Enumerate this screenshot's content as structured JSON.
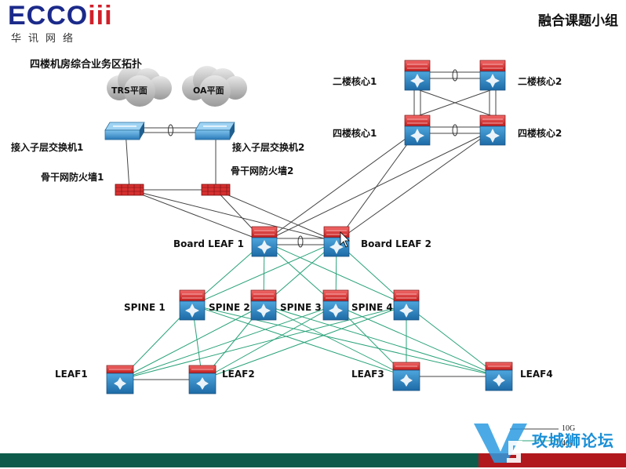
{
  "header": {
    "logo_main": "ECCO",
    "logo_dots": "iii",
    "logo_sub": "华讯网络",
    "title": "融合课题小组"
  },
  "diagram": {
    "section_title": "四楼机房综合业务区拓扑",
    "clouds": {
      "trs": "TRS平面",
      "oa": "OA平面"
    },
    "nodes": {
      "access1": "接入子层交换机1",
      "access2": "接入子层交换机2",
      "fw1": "骨干网防火墙1",
      "fw2": "骨干网防火墙2",
      "core2_1": "二楼核心1",
      "core2_2": "二楼核心2",
      "core4_1": "四楼核心1",
      "core4_2": "四楼核心2",
      "bleaf1": "Board LEAF 1",
      "bleaf2": "Board LEAF 2",
      "spine1": "SPINE 1",
      "spine2": "SPINE 2",
      "spine3": "SPINE 3",
      "spine4": "SPINE 4",
      "leaf1": "LEAF1",
      "leaf2": "LEAF2",
      "leaf3": "LEAF3",
      "leaf4": "LEAF4"
    },
    "legend": {
      "l10g": "10G",
      "l40g": "40G"
    },
    "colors": {
      "core_link": "#444444",
      "fabric_link": "#2aa37a",
      "router_red": "#d42a2a",
      "switch_blue": "#2f86c6",
      "firewall_red": "#d63030"
    }
  },
  "watermark": {
    "text": "攻城狮论坛"
  }
}
